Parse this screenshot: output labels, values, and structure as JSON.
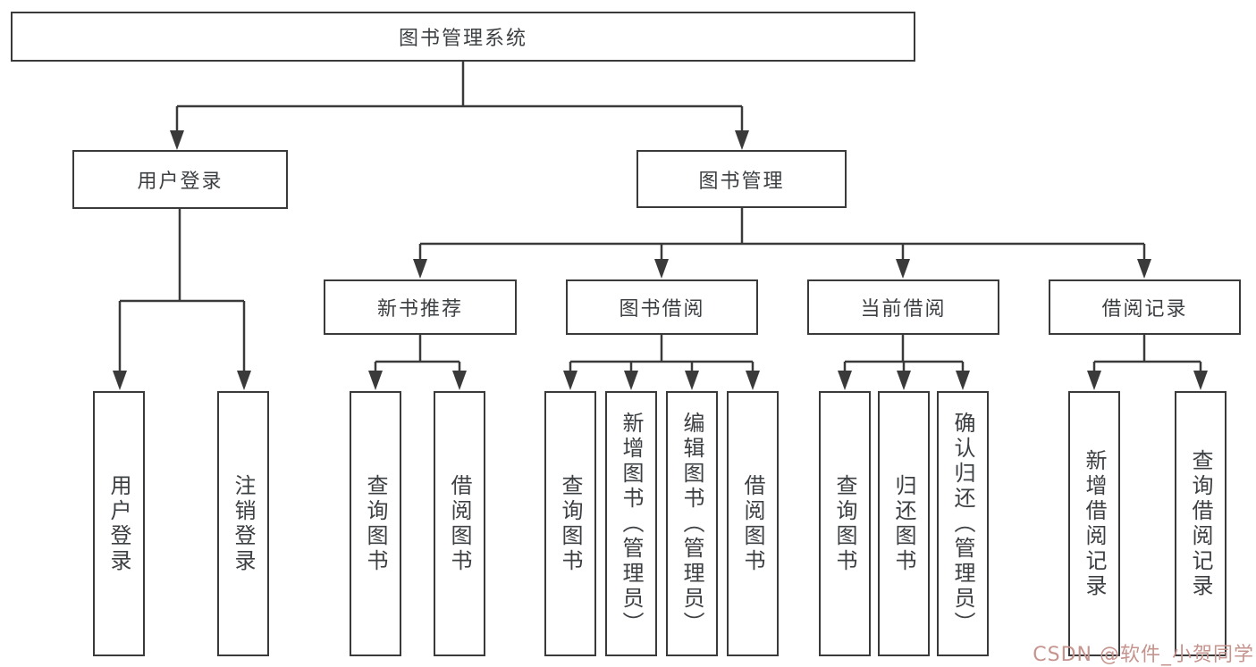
{
  "title": {
    "label": "图书管理系统"
  },
  "branches": {
    "user": {
      "label": "用户登录",
      "children": [
        {
          "label": "用户登录"
        },
        {
          "label": "注销登录"
        }
      ]
    },
    "mgmt": {
      "label": "图书管理",
      "groups": [
        {
          "label": "新书推荐",
          "children": [
            {
              "label": "查询图书"
            },
            {
              "label": "借阅图书"
            }
          ]
        },
        {
          "label": "图书借阅",
          "children": [
            {
              "label": "查询图书"
            },
            {
              "label": "新增图书（管理员）"
            },
            {
              "label": "编辑图书（管理员）"
            },
            {
              "label": "借阅图书"
            }
          ]
        },
        {
          "label": "当前借阅",
          "children": [
            {
              "label": "查询图书"
            },
            {
              "label": "归还图书"
            },
            {
              "label": "确认归还（管理员）"
            }
          ]
        },
        {
          "label": "借阅记录",
          "children": [
            {
              "label": "新增借阅记录"
            },
            {
              "label": "查询借阅记录"
            }
          ]
        }
      ]
    }
  },
  "watermark": {
    "text": "CSDN @软件_小贺同学",
    "color": "#c6948e"
  },
  "colors": {
    "line": "#3a3a3a",
    "text": "#3d4043",
    "background": "#ffffff"
  }
}
